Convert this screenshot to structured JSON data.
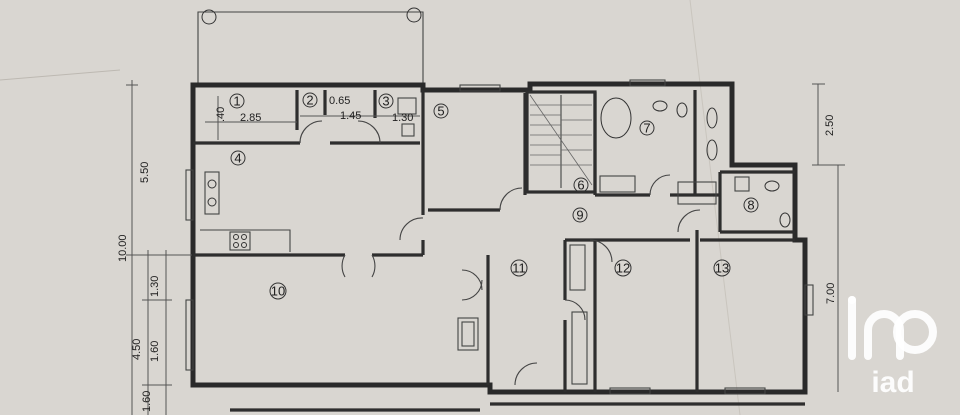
{
  "rooms": [
    {
      "id": "1"
    },
    {
      "id": "2"
    },
    {
      "id": "3"
    },
    {
      "id": "4"
    },
    {
      "id": "5"
    },
    {
      "id": "6"
    },
    {
      "id": "7"
    },
    {
      "id": "8"
    },
    {
      "id": "9"
    },
    {
      "id": "10"
    },
    {
      "id": "11"
    },
    {
      "id": "12"
    },
    {
      "id": "13"
    }
  ],
  "dimensions": {
    "d_2_85": "2.85",
    "d_0_65": "0.65",
    "d_1_45": "1.45",
    "d_1_30_top": "1.30",
    "d_40": ".40",
    "d_5_50": "5.50",
    "d_10_00": "10.00",
    "d_1_30_left": "1.30",
    "d_4_50": "4.50",
    "d_1_60_a": "1.60",
    "d_1_60_b": "1.60",
    "d_2_50": "2.50",
    "d_7_00": "7.00"
  },
  "watermark": {
    "text": "iad",
    "color": "#ffffff"
  }
}
